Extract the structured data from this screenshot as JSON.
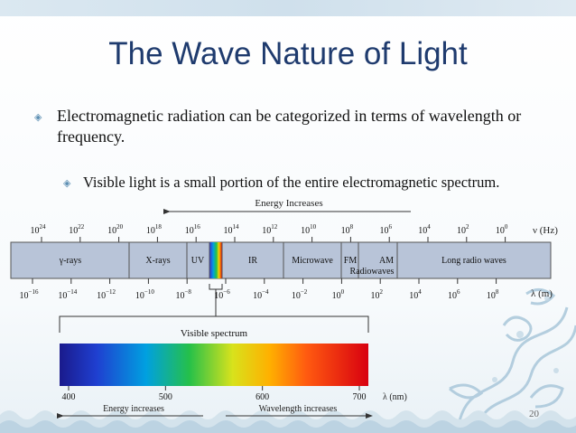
{
  "slide": {
    "title": "The Wave Nature of Light",
    "bullet1": "Electromagnetic radiation can be categorized in terms of wavelength or frequency.",
    "bullet2": "Visible light is a small portion of the entire electromagnetic spectrum.",
    "page_number": "20"
  },
  "spectrum": {
    "energy_increases_top": "Energy Increases",
    "freq_base": "10",
    "freq_exponents": [
      "24",
      "22",
      "20",
      "18",
      "16",
      "14",
      "12",
      "10",
      "8",
      "6",
      "4",
      "2",
      "0"
    ],
    "freq_unit": "ν (Hz)",
    "regions": [
      "γ-rays",
      "X-rays",
      "UV",
      "IR",
      "Microwave",
      "FM",
      "AM",
      "Radiowaves",
      "Long radio waves"
    ],
    "wl_base": "10",
    "wl_exponents": [
      "−16",
      "−14",
      "−12",
      "−10",
      "−8",
      "−6",
      "−4",
      "−2",
      "0",
      "2",
      "4",
      "6",
      "8"
    ],
    "wl_unit": "λ (m)",
    "visible_label": "Visible spectrum",
    "nm_ticks": [
      "400",
      "500",
      "600",
      "700"
    ],
    "nm_unit": "λ (nm)",
    "energy_increases_bottom": "Energy increases",
    "wavelength_increases": "Wavelength increases"
  },
  "colors": {
    "title": "#1f3b6e",
    "band": "#b7c3d6",
    "bullet": "#5d8fb3"
  }
}
